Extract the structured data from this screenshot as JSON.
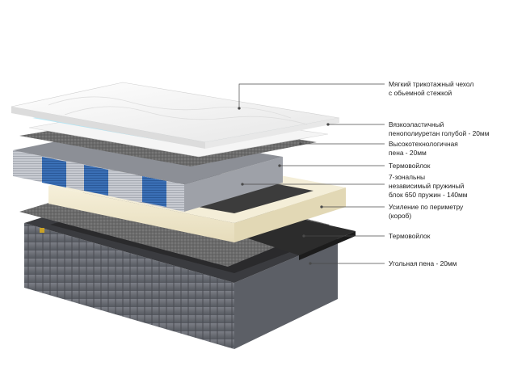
{
  "illustration": {
    "subject": "mattress-layers-exploded-view",
    "colors": {
      "cover": "#eeeeee",
      "memory_foam": "#8fd8ee",
      "hr_foam": "#f4f4f4",
      "felt": "#5f5f5f",
      "spring_blue": "#3a6fb5",
      "spring_grey": "#c9ccd3",
      "perimeter_box": "#efe7cc",
      "carbon_foam": "#2c2c2c",
      "base_cover": "#6d7077",
      "leader_line": "#4a4a4a"
    }
  },
  "callouts": [
    {
      "id": "cover",
      "text": "Мягкий трикотажный чехол\nс обьемной стежкой"
    },
    {
      "id": "memory-foam",
      "text": "Вязкоэластичный\nпенополиуретан голубой - 20мм"
    },
    {
      "id": "hr-foam",
      "text": "Высокотехнологичная\nпена - 20мм"
    },
    {
      "id": "felt-top",
      "text": "Термовойлок"
    },
    {
      "id": "springs",
      "text": "7-зональны\nнезависимый пружиный\nблок  650 пружин - 140мм"
    },
    {
      "id": "perimeter",
      "text": "Усиление по периметру\n(короб)"
    },
    {
      "id": "felt-bottom",
      "text": "Термовойлок"
    },
    {
      "id": "carbon-foam",
      "text": "Угольная пена - 20мм"
    }
  ]
}
